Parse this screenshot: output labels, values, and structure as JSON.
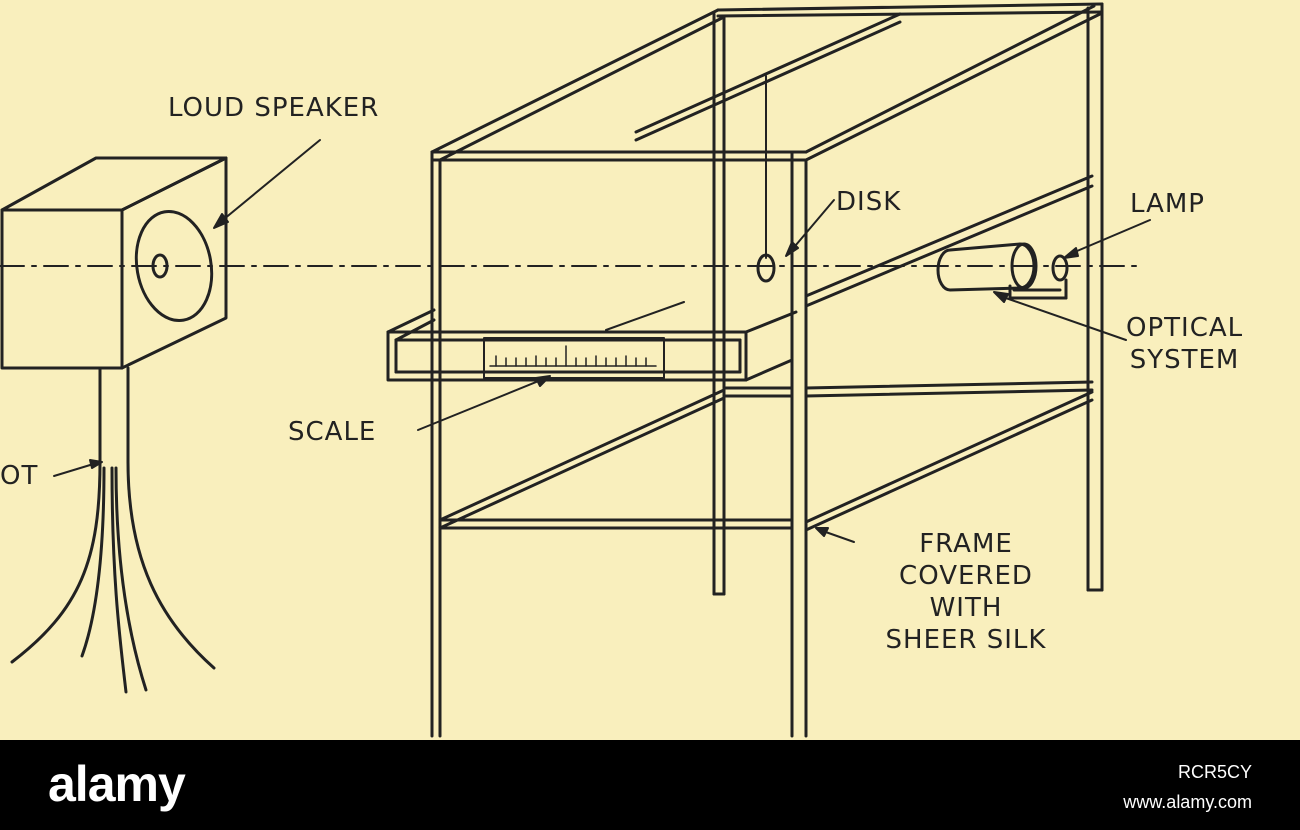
{
  "diagram": {
    "labels": {
      "loud_speaker": "LOUD SPEAKER",
      "disk": "DISK",
      "lamp": "LAMP",
      "optical_line1": "OPTICAL",
      "optical_line2": "SYSTEM",
      "scale": "SCALE",
      "left_cut": "OT",
      "frame_line1": "FRAME",
      "frame_line2": "COVERED",
      "frame_line3": "WITH",
      "frame_line4": "SHEER SILK"
    },
    "colors": {
      "paper": "#f9efbd",
      "ink": "#222222"
    }
  },
  "stock_bar": {
    "logo": "alamy",
    "image_id": "RCR5CY",
    "site": "www.alamy.com"
  }
}
